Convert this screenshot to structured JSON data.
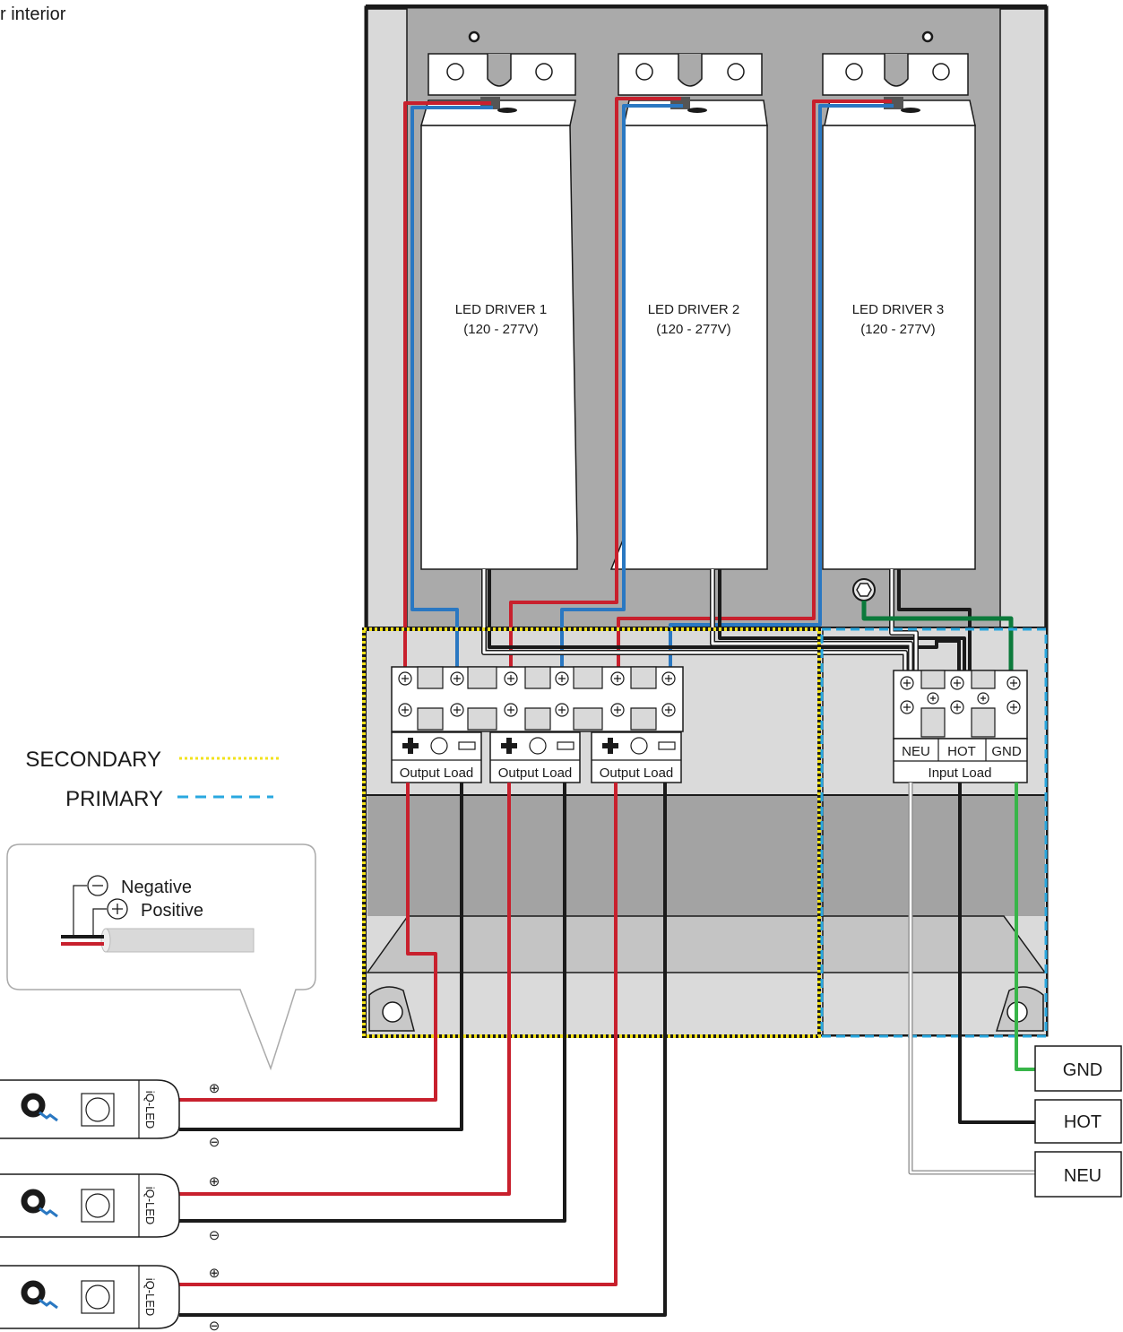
{
  "page": {
    "corner_caption": "r interior"
  },
  "drivers": [
    {
      "name": "LED DRIVER 1",
      "range": "(120 - 277V)"
    },
    {
      "name": "LED DRIVER 2",
      "range": "(120 - 277V)"
    },
    {
      "name": "LED DRIVER 3",
      "range": "(120 - 277V)"
    }
  ],
  "output_terminals": [
    {
      "label": "Output Load"
    },
    {
      "label": "Output Load"
    },
    {
      "label": "Output Load"
    }
  ],
  "input_terminal": {
    "labels": [
      "NEU",
      "HOT",
      "GND"
    ],
    "title": "Input Load"
  },
  "legend": {
    "secondary": "SECONDARY",
    "primary": "PRIMARY",
    "secondary_color": "#f2e21b",
    "primary_color": "#29a8e0"
  },
  "cable_callout": {
    "negative": "Negative",
    "positive": "Positive"
  },
  "supply": {
    "gnd": "GND",
    "hot": "HOT",
    "neu": "NEU"
  },
  "led_modules": [
    {
      "brand": "iQ-LED",
      "plus": "⊕",
      "minus": "⊖"
    },
    {
      "brand": "iQ-LED",
      "plus": "⊕",
      "minus": "⊖"
    },
    {
      "brand": "iQ-LED",
      "plus": "⊕",
      "minus": "⊖"
    }
  ],
  "colors": {
    "red_wire": "#c8202d",
    "blue_wire": "#2a78c2",
    "black_wire": "#1a1a1a",
    "green_wire": "#0b7a3b",
    "light_green_wire": "#38b549",
    "enclosure_gray": "#aaaaaa",
    "panel_gray": "#d9d9d9"
  }
}
